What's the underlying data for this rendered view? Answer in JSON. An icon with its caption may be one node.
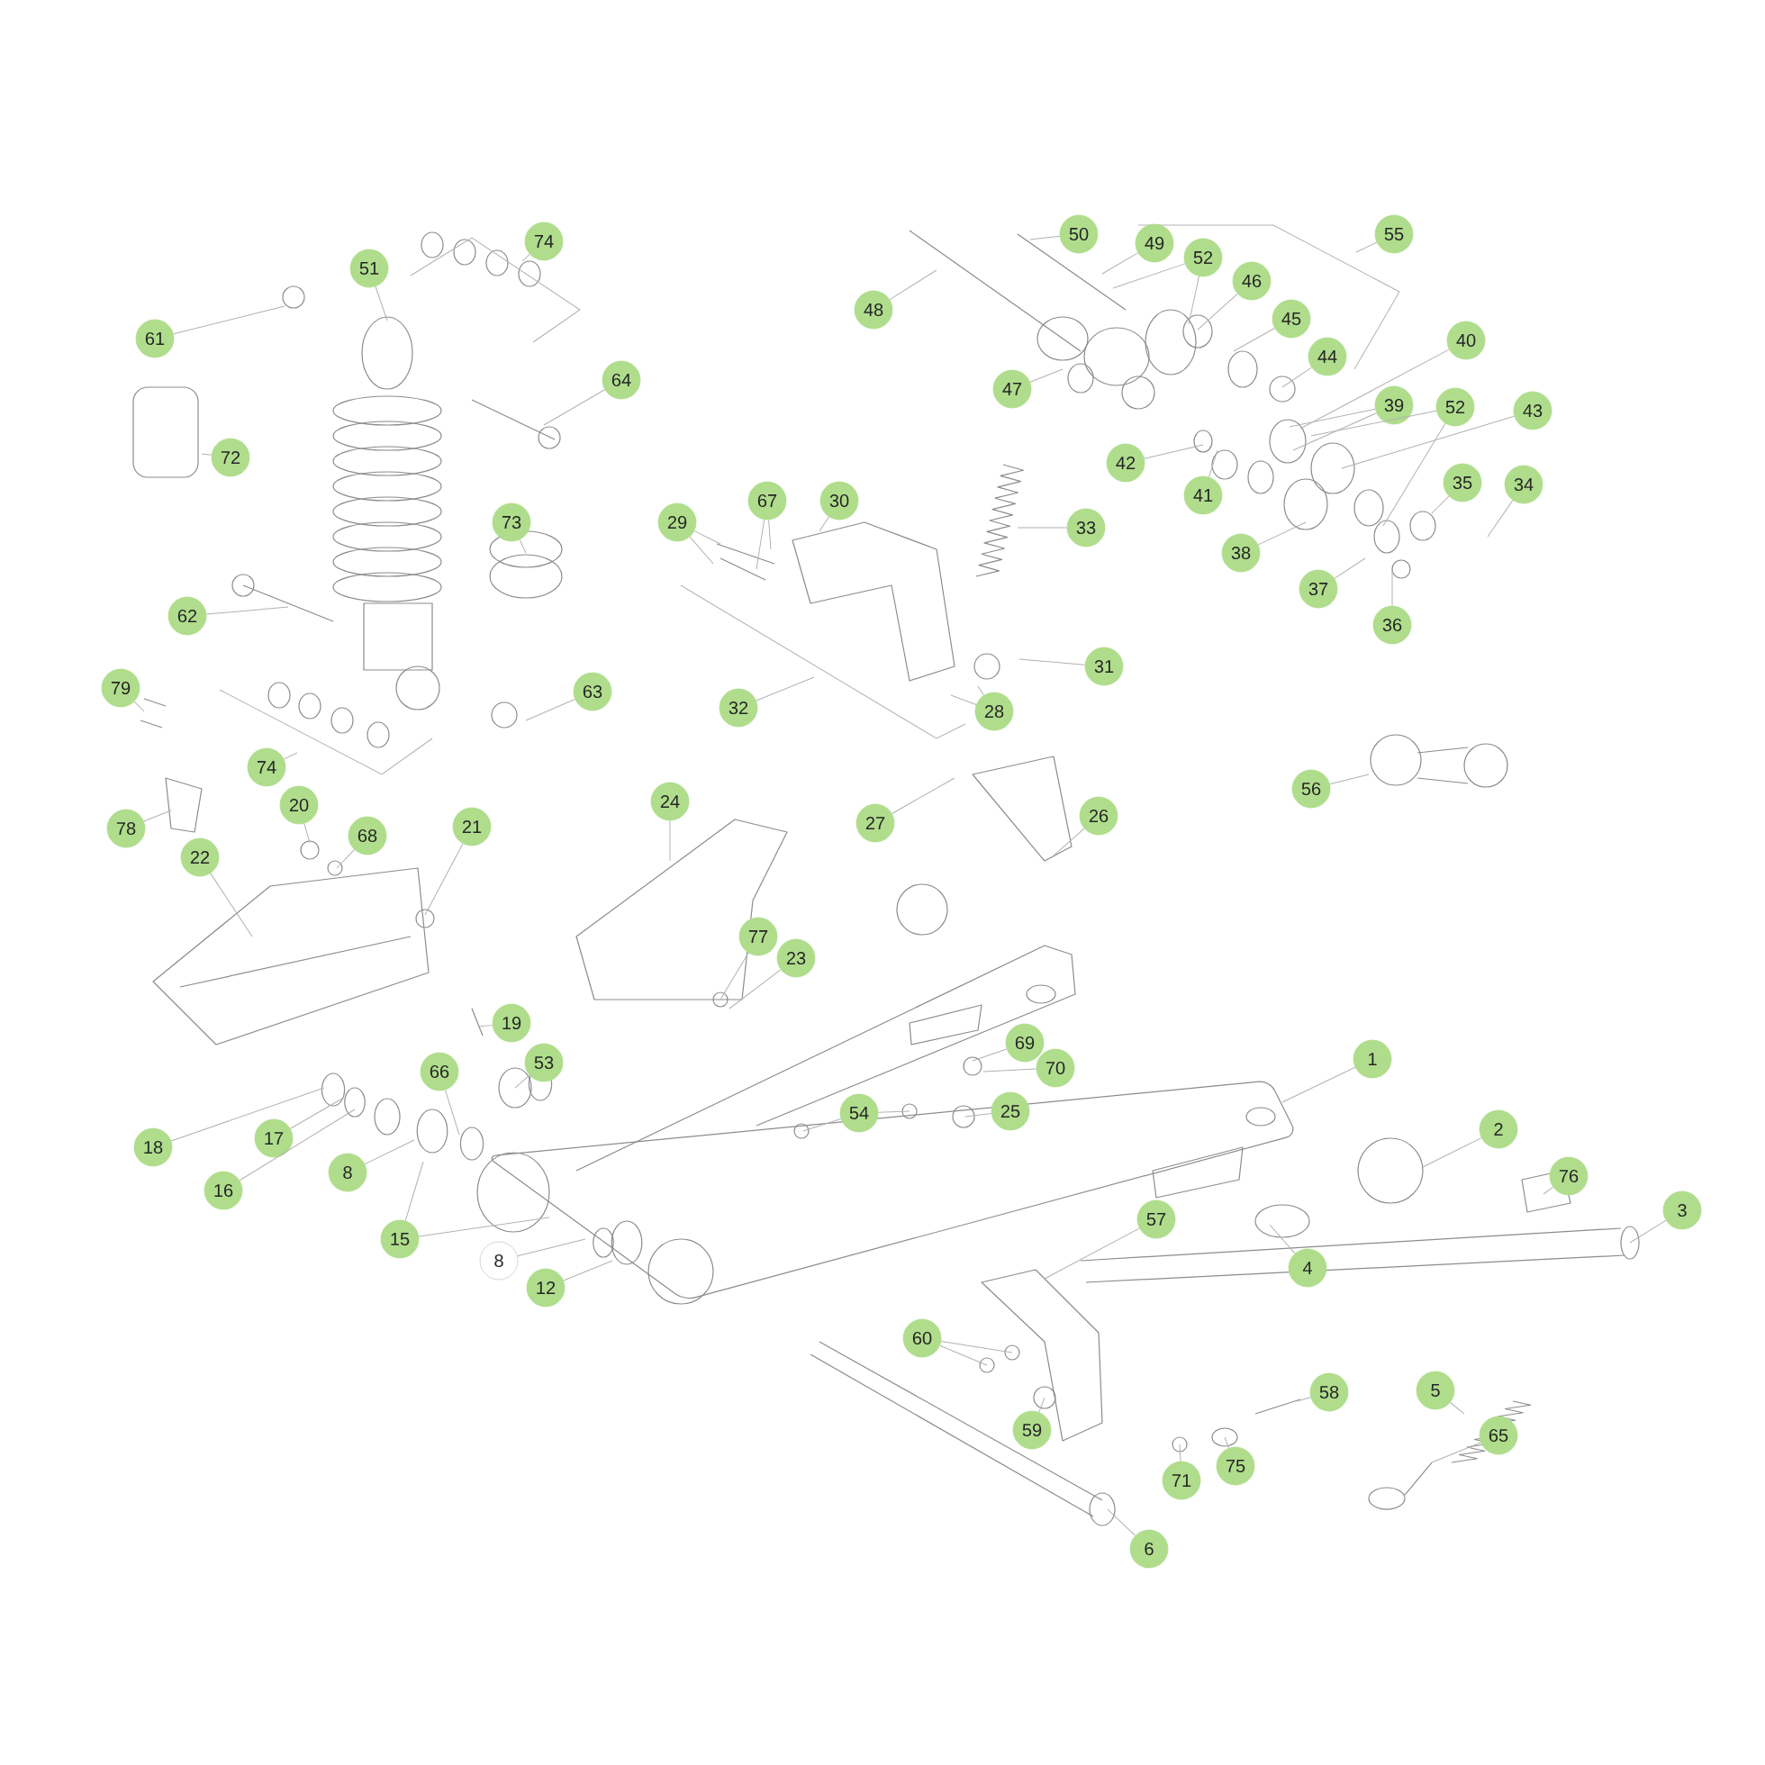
{
  "diagram": {
    "nodes": [
      {
        "text": [
          "1"
        ]
      },
      {
        "text": [
          "2"
        ]
      },
      {
        "text": [
          "3"
        ]
      },
      {
        "text": [
          "4"
        ]
      },
      {
        "text": [
          "5"
        ]
      },
      {
        "text": [
          "6"
        ]
      },
      {
        "text": [
          "8"
        ]
      },
      {
        "text": [
          "8"
        ]
      },
      {
        "text": [
          "12"
        ]
      },
      {
        "text": [
          "15"
        ]
      },
      {
        "text": [
          "16"
        ]
      },
      {
        "text": [
          "17"
        ]
      },
      {
        "text": [
          "18"
        ]
      },
      {
        "text": [
          "19"
        ]
      },
      {
        "text": [
          "20"
        ]
      },
      {
        "text": [
          "21"
        ]
      },
      {
        "text": [
          "22"
        ]
      },
      {
        "text": [
          "23"
        ]
      },
      {
        "text": [
          "24"
        ]
      },
      {
        "text": [
          "25"
        ]
      },
      {
        "text": [
          "26"
        ]
      },
      {
        "text": [
          "27"
        ]
      },
      {
        "text": [
          "28"
        ]
      },
      {
        "text": [
          "29"
        ]
      },
      {
        "text": [
          "30"
        ]
      },
      {
        "text": [
          "31"
        ]
      },
      {
        "text": [
          "32"
        ]
      },
      {
        "text": [
          "33"
        ]
      },
      {
        "text": [
          "34"
        ]
      },
      {
        "text": [
          "35"
        ]
      },
      {
        "text": [
          "36"
        ]
      },
      {
        "text": [
          "37"
        ]
      },
      {
        "text": [
          "38"
        ]
      },
      {
        "text": [
          "39"
        ]
      },
      {
        "text": [
          "40"
        ]
      },
      {
        "text": [
          "41"
        ]
      },
      {
        "text": [
          "42"
        ]
      },
      {
        "text": [
          "43"
        ]
      },
      {
        "text": [
          "44"
        ]
      },
      {
        "text": [
          "45"
        ]
      },
      {
        "text": [
          "46"
        ]
      },
      {
        "text": [
          "47"
        ]
      },
      {
        "text": [
          "48"
        ]
      },
      {
        "text": [
          "49"
        ]
      },
      {
        "text": [
          "50"
        ]
      },
      {
        "text": [
          "51"
        ]
      },
      {
        "text": [
          "52"
        ]
      },
      {
        "text": [
          "52"
        ]
      },
      {
        "text": [
          "53"
        ]
      },
      {
        "text": [
          "54"
        ]
      },
      {
        "text": [
          "55"
        ]
      },
      {
        "text": [
          "56"
        ]
      },
      {
        "text": [
          "57"
        ]
      },
      {
        "text": [
          "58"
        ]
      },
      {
        "text": [
          "59"
        ]
      },
      {
        "text": [
          "60"
        ]
      },
      {
        "text": [
          "61"
        ]
      },
      {
        "text": [
          "62"
        ]
      },
      {
        "text": [
          "63"
        ]
      },
      {
        "text": [
          "64"
        ]
      },
      {
        "text": [
          "65"
        ]
      },
      {
        "text": [
          "66"
        ]
      },
      {
        "text": [
          "67"
        ]
      },
      {
        "text": [
          "68"
        ]
      },
      {
        "text": [
          "69"
        ]
      },
      {
        "text": [
          "70"
        ]
      },
      {
        "text": [
          "71"
        ]
      },
      {
        "text": [
          "72"
        ]
      },
      {
        "text": [
          "73"
        ]
      },
      {
        "text": [
          "74"
        ]
      },
      {
        "text": [
          "74"
        ]
      },
      {
        "text": [
          "75"
        ]
      },
      {
        "text": [
          "76"
        ]
      },
      {
        "text": [
          "77"
        ]
      },
      {
        "text": [
          "78"
        ]
      },
      {
        "text": [
          "79"
        ]
      }
    ],
    "edges": [
      {
        "from": 0,
        "to": null,
        "arrow": "none"
      },
      {
        "from": 1,
        "to": null,
        "arrow": "none"
      },
      {
        "from": 2,
        "to": null,
        "arrow": "none"
      },
      {
        "from": 3,
        "to": null,
        "arrow": "none"
      },
      {
        "from": 4,
        "to": null,
        "arrow": "none"
      },
      {
        "from": 5,
        "to": null,
        "arrow": "none"
      },
      {
        "from": 6,
        "to": null,
        "arrow": "none"
      },
      {
        "from": 7,
        "to": null,
        "arrow": "none"
      },
      {
        "from": 8,
        "to": null,
        "arrow": "none"
      },
      {
        "from": 9,
        "to": null,
        "arrow": "none"
      },
      {
        "from": 9,
        "to": null,
        "arrow": "none"
      },
      {
        "from": 10,
        "to": null,
        "arrow": "none"
      },
      {
        "from": 11,
        "to": null,
        "arrow": "none"
      },
      {
        "from": 12,
        "to": null,
        "arrow": "none"
      },
      {
        "from": 13,
        "to": null,
        "arrow": "none"
      },
      {
        "from": 14,
        "to": null,
        "arrow": "none"
      },
      {
        "from": 15,
        "to": null,
        "arrow": "none"
      },
      {
        "from": 16,
        "to": null,
        "arrow": "none"
      },
      {
        "from": 17,
        "to": null,
        "arrow": "none"
      },
      {
        "from": 18,
        "to": null,
        "arrow": "none"
      },
      {
        "from": 19,
        "to": null,
        "arrow": "none"
      },
      {
        "from": 20,
        "to": null,
        "arrow": "none"
      },
      {
        "from": 21,
        "to": null,
        "arrow": "none"
      },
      {
        "from": 22,
        "to": null,
        "arrow": "none"
      },
      {
        "from": 22,
        "to": null,
        "arrow": "none"
      },
      {
        "from": 23,
        "to": null,
        "arrow": "none"
      },
      {
        "from": 23,
        "to": null,
        "arrow": "none"
      },
      {
        "from": 24,
        "to": null,
        "arrow": "none"
      },
      {
        "from": 25,
        "to": null,
        "arrow": "none"
      },
      {
        "from": 26,
        "to": null,
        "arrow": "none"
      },
      {
        "from": 27,
        "to": null,
        "arrow": "none"
      },
      {
        "from": 28,
        "to": null,
        "arrow": "none"
      },
      {
        "from": 29,
        "to": null,
        "arrow": "none"
      },
      {
        "from": 30,
        "to": null,
        "arrow": "none"
      },
      {
        "from": 31,
        "to": null,
        "arrow": "none"
      },
      {
        "from": 32,
        "to": null,
        "arrow": "none"
      },
      {
        "from": 33,
        "to": null,
        "arrow": "none"
      },
      {
        "from": 33,
        "to": null,
        "arrow": "none"
      },
      {
        "from": 34,
        "to": null,
        "arrow": "none"
      },
      {
        "from": 35,
        "to": null,
        "arrow": "none"
      },
      {
        "from": 36,
        "to": null,
        "arrow": "none"
      },
      {
        "from": 37,
        "to": null,
        "arrow": "none"
      },
      {
        "from": 38,
        "to": null,
        "arrow": "none"
      },
      {
        "from": 39,
        "to": null,
        "arrow": "none"
      },
      {
        "from": 40,
        "to": null,
        "arrow": "none"
      },
      {
        "from": 41,
        "to": null,
        "arrow": "none"
      },
      {
        "from": 42,
        "to": null,
        "arrow": "none"
      },
      {
        "from": 43,
        "to": null,
        "arrow": "none"
      },
      {
        "from": 44,
        "to": null,
        "arrow": "none"
      },
      {
        "from": 45,
        "to": null,
        "arrow": "none"
      },
      {
        "from": 46,
        "to": null,
        "arrow": "none"
      },
      {
        "from": 46,
        "to": null,
        "arrow": "none"
      },
      {
        "from": 47,
        "to": null,
        "arrow": "none"
      },
      {
        "from": 47,
        "to": null,
        "arrow": "none"
      },
      {
        "from": 48,
        "to": null,
        "arrow": "none"
      },
      {
        "from": 49,
        "to": null,
        "arrow": "none"
      },
      {
        "from": 49,
        "to": null,
        "arrow": "none"
      },
      {
        "from": 50,
        "to": null,
        "arrow": "none"
      },
      {
        "from": 51,
        "to": null,
        "arrow": "none"
      },
      {
        "from": 52,
        "to": null,
        "arrow": "none"
      },
      {
        "from": 53,
        "to": null,
        "arrow": "none"
      },
      {
        "from": 54,
        "to": null,
        "arrow": "none"
      },
      {
        "from": 55,
        "to": null,
        "arrow": "none"
      },
      {
        "from": 55,
        "to": null,
        "arrow": "none"
      },
      {
        "from": 56,
        "to": null,
        "arrow": "none"
      },
      {
        "from": 57,
        "to": null,
        "arrow": "none"
      },
      {
        "from": 58,
        "to": null,
        "arrow": "none"
      },
      {
        "from": 59,
        "to": null,
        "arrow": "none"
      },
      {
        "from": 60,
        "to": null,
        "arrow": "none"
      },
      {
        "from": 61,
        "to": null,
        "arrow": "none"
      },
      {
        "from": 62,
        "to": null,
        "arrow": "none"
      },
      {
        "from": 62,
        "to": null,
        "arrow": "none"
      },
      {
        "from": 63,
        "to": null,
        "arrow": "none"
      },
      {
        "from": 64,
        "to": null,
        "arrow": "none"
      },
      {
        "from": 65,
        "to": null,
        "arrow": "none"
      },
      {
        "from": 66,
        "to": null,
        "arrow": "none"
      },
      {
        "from": 67,
        "to": null,
        "arrow": "none"
      },
      {
        "from": 68,
        "to": null,
        "arrow": "none"
      },
      {
        "from": 69,
        "to": null,
        "arrow": "none"
      },
      {
        "from": 70,
        "to": null,
        "arrow": "none"
      },
      {
        "from": 71,
        "to": null,
        "arrow": "none"
      },
      {
        "from": 72,
        "to": null,
        "arrow": "none"
      },
      {
        "from": 73,
        "to": null,
        "arrow": "none"
      },
      {
        "from": 74,
        "to": null,
        "arrow": "none"
      },
      {
        "from": 75,
        "to": null,
        "arrow": "none"
      }
    ]
  }
}
